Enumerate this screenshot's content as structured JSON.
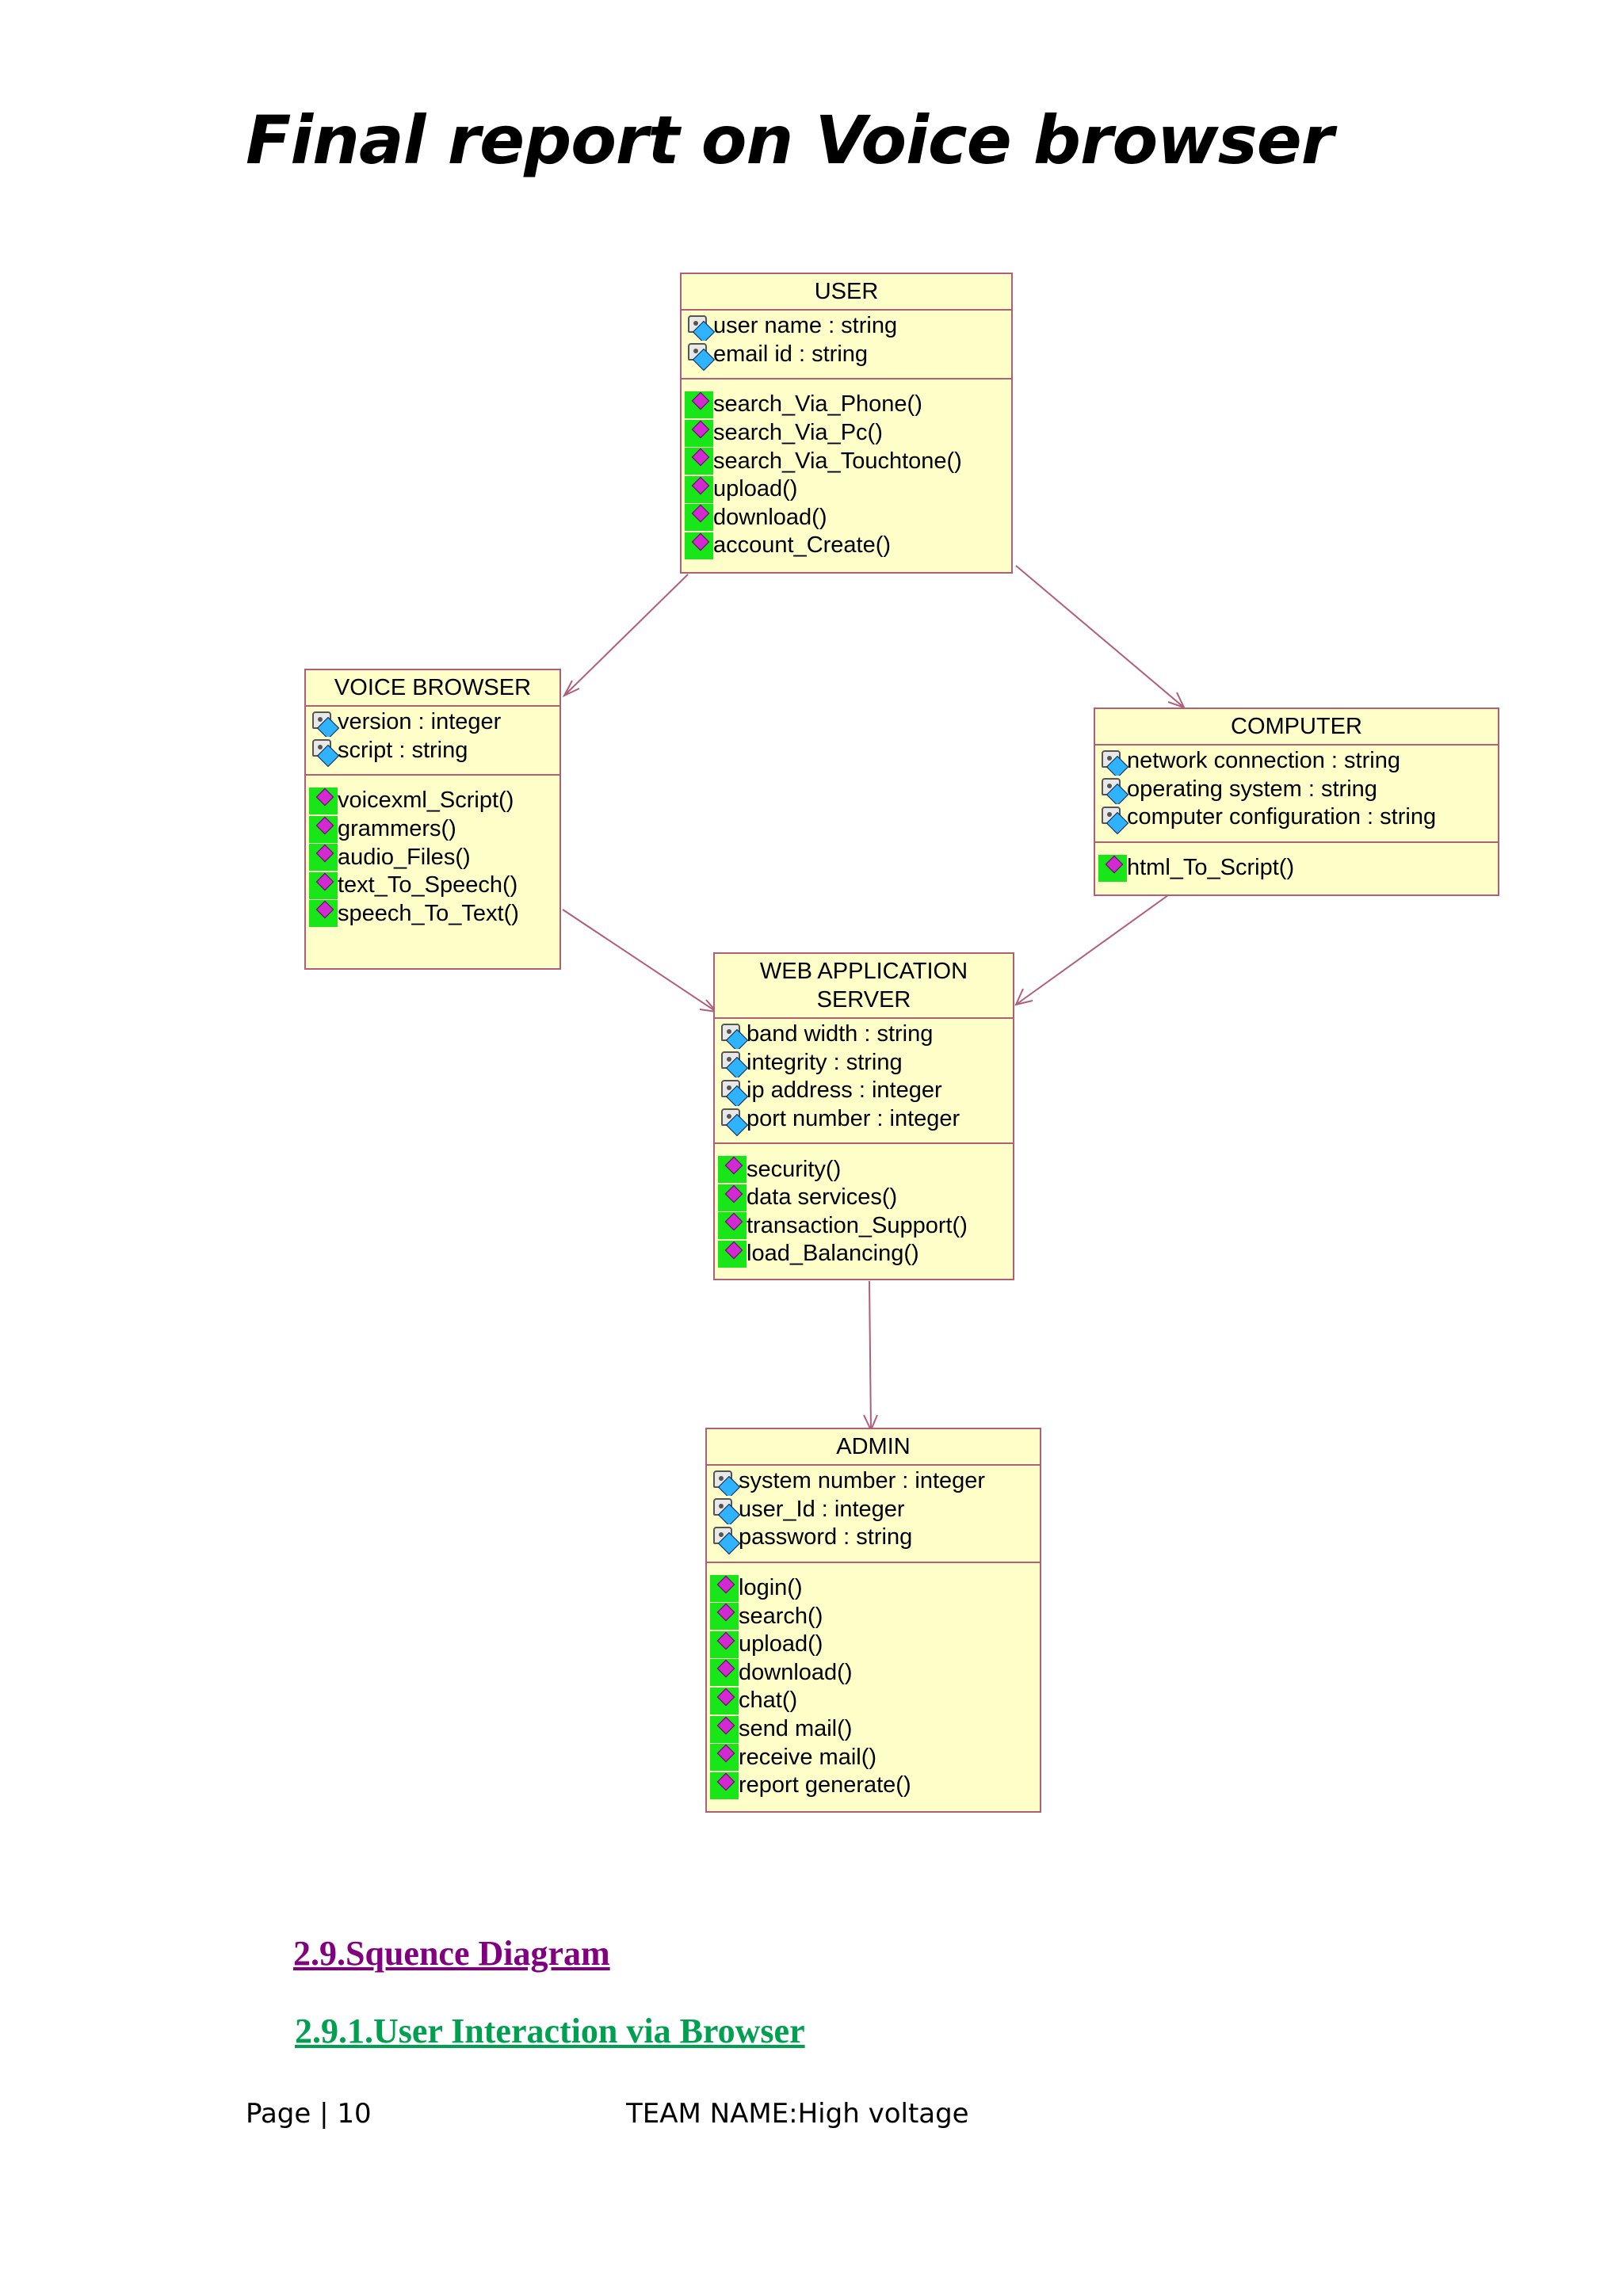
{
  "page_title": "Final report on Voice browser",
  "colors": {
    "class_fill": "#fefec8",
    "class_border": "#b15f78",
    "arrow": "#b15f78",
    "op_icon_bg": "#19e619"
  },
  "classes": {
    "user": {
      "name": "USER",
      "attributes": [
        "user name : string",
        "email id : string"
      ],
      "operations": [
        "search_Via_Phone()",
        "search_Via_Pc()",
        "search_Via_Touchtone()",
        "upload()",
        "download()",
        "account_Create()"
      ]
    },
    "voice_browser": {
      "name": "VOICE BROWSER",
      "attributes": [
        "version : integer",
        "script : string"
      ],
      "operations": [
        "voicexml_Script()",
        "grammers()",
        "audio_Files()",
        "text_To_Speech()",
        "speech_To_Text()"
      ]
    },
    "computer": {
      "name": "COMPUTER",
      "attributes": [
        "network connection : string",
        "operating system : string",
        "computer configuration : string"
      ],
      "operations": [
        "html_To_Script()"
      ]
    },
    "web_app_server": {
      "name_line1": "WEB APPLICATION",
      "name_line2": "SERVER",
      "attributes": [
        "band width : string",
        "integrity : string",
        "ip address : integer",
        "port number : integer"
      ],
      "operations": [
        "security()",
        "data services()",
        "transaction_Support()",
        "load_Balancing()"
      ]
    },
    "admin": {
      "name": "ADMIN",
      "attributes": [
        "system number : integer",
        "user_Id : integer",
        "password : string"
      ],
      "operations": [
        "login()",
        "search()",
        "upload()",
        "download()",
        "chat()",
        "send mail()",
        "receive mail()",
        "report generate()"
      ]
    }
  },
  "sections": {
    "sequence": "2.9.Squence Diagram",
    "interaction": "2.9.1.User  Interaction via Browser"
  },
  "footer": {
    "page": "Page | 10",
    "team": "TEAM NAME:High voltage"
  }
}
